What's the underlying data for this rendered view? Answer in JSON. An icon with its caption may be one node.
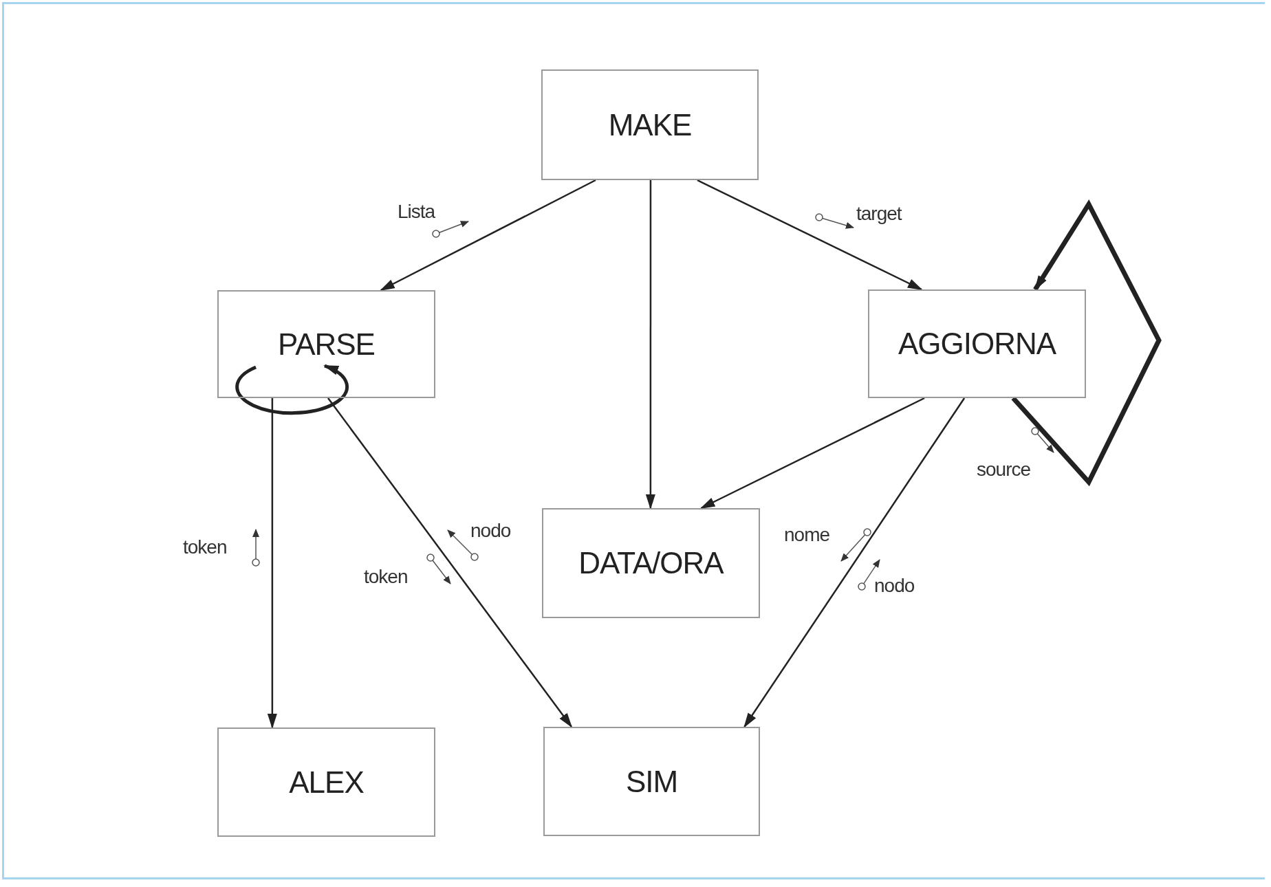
{
  "diagram": {
    "nodes": [
      {
        "text": [
          "MAKE"
        ]
      },
      {
        "text": [
          "PARSE"
        ]
      },
      {
        "text": [
          "AGGIORNA"
        ]
      },
      {
        "text": [
          "DATA/ORA"
        ]
      },
      {
        "text": [
          "ALEX"
        ]
      },
      {
        "text": [
          "SIM"
        ]
      }
    ],
    "edges": [
      {
        "from": 0,
        "to": 1,
        "arrow": "to"
      },
      {
        "from": 0,
        "to": 3,
        "arrow": "to"
      },
      {
        "from": 0,
        "to": 2,
        "arrow": "to"
      },
      {
        "from": 2,
        "to": 2,
        "arrow": "to",
        "style": "thick"
      },
      {
        "from": 2,
        "to": 3,
        "arrow": "to"
      },
      {
        "from": 2,
        "to": 5,
        "arrow": "to"
      },
      {
        "from": 1,
        "to": 4,
        "arrow": "to"
      },
      {
        "from": 1,
        "to": 5,
        "arrow": "to"
      }
    ],
    "labels": [
      "Lista",
      "target",
      "source",
      "token",
      "nodo",
      "token",
      "nome",
      "nodo"
    ]
  }
}
